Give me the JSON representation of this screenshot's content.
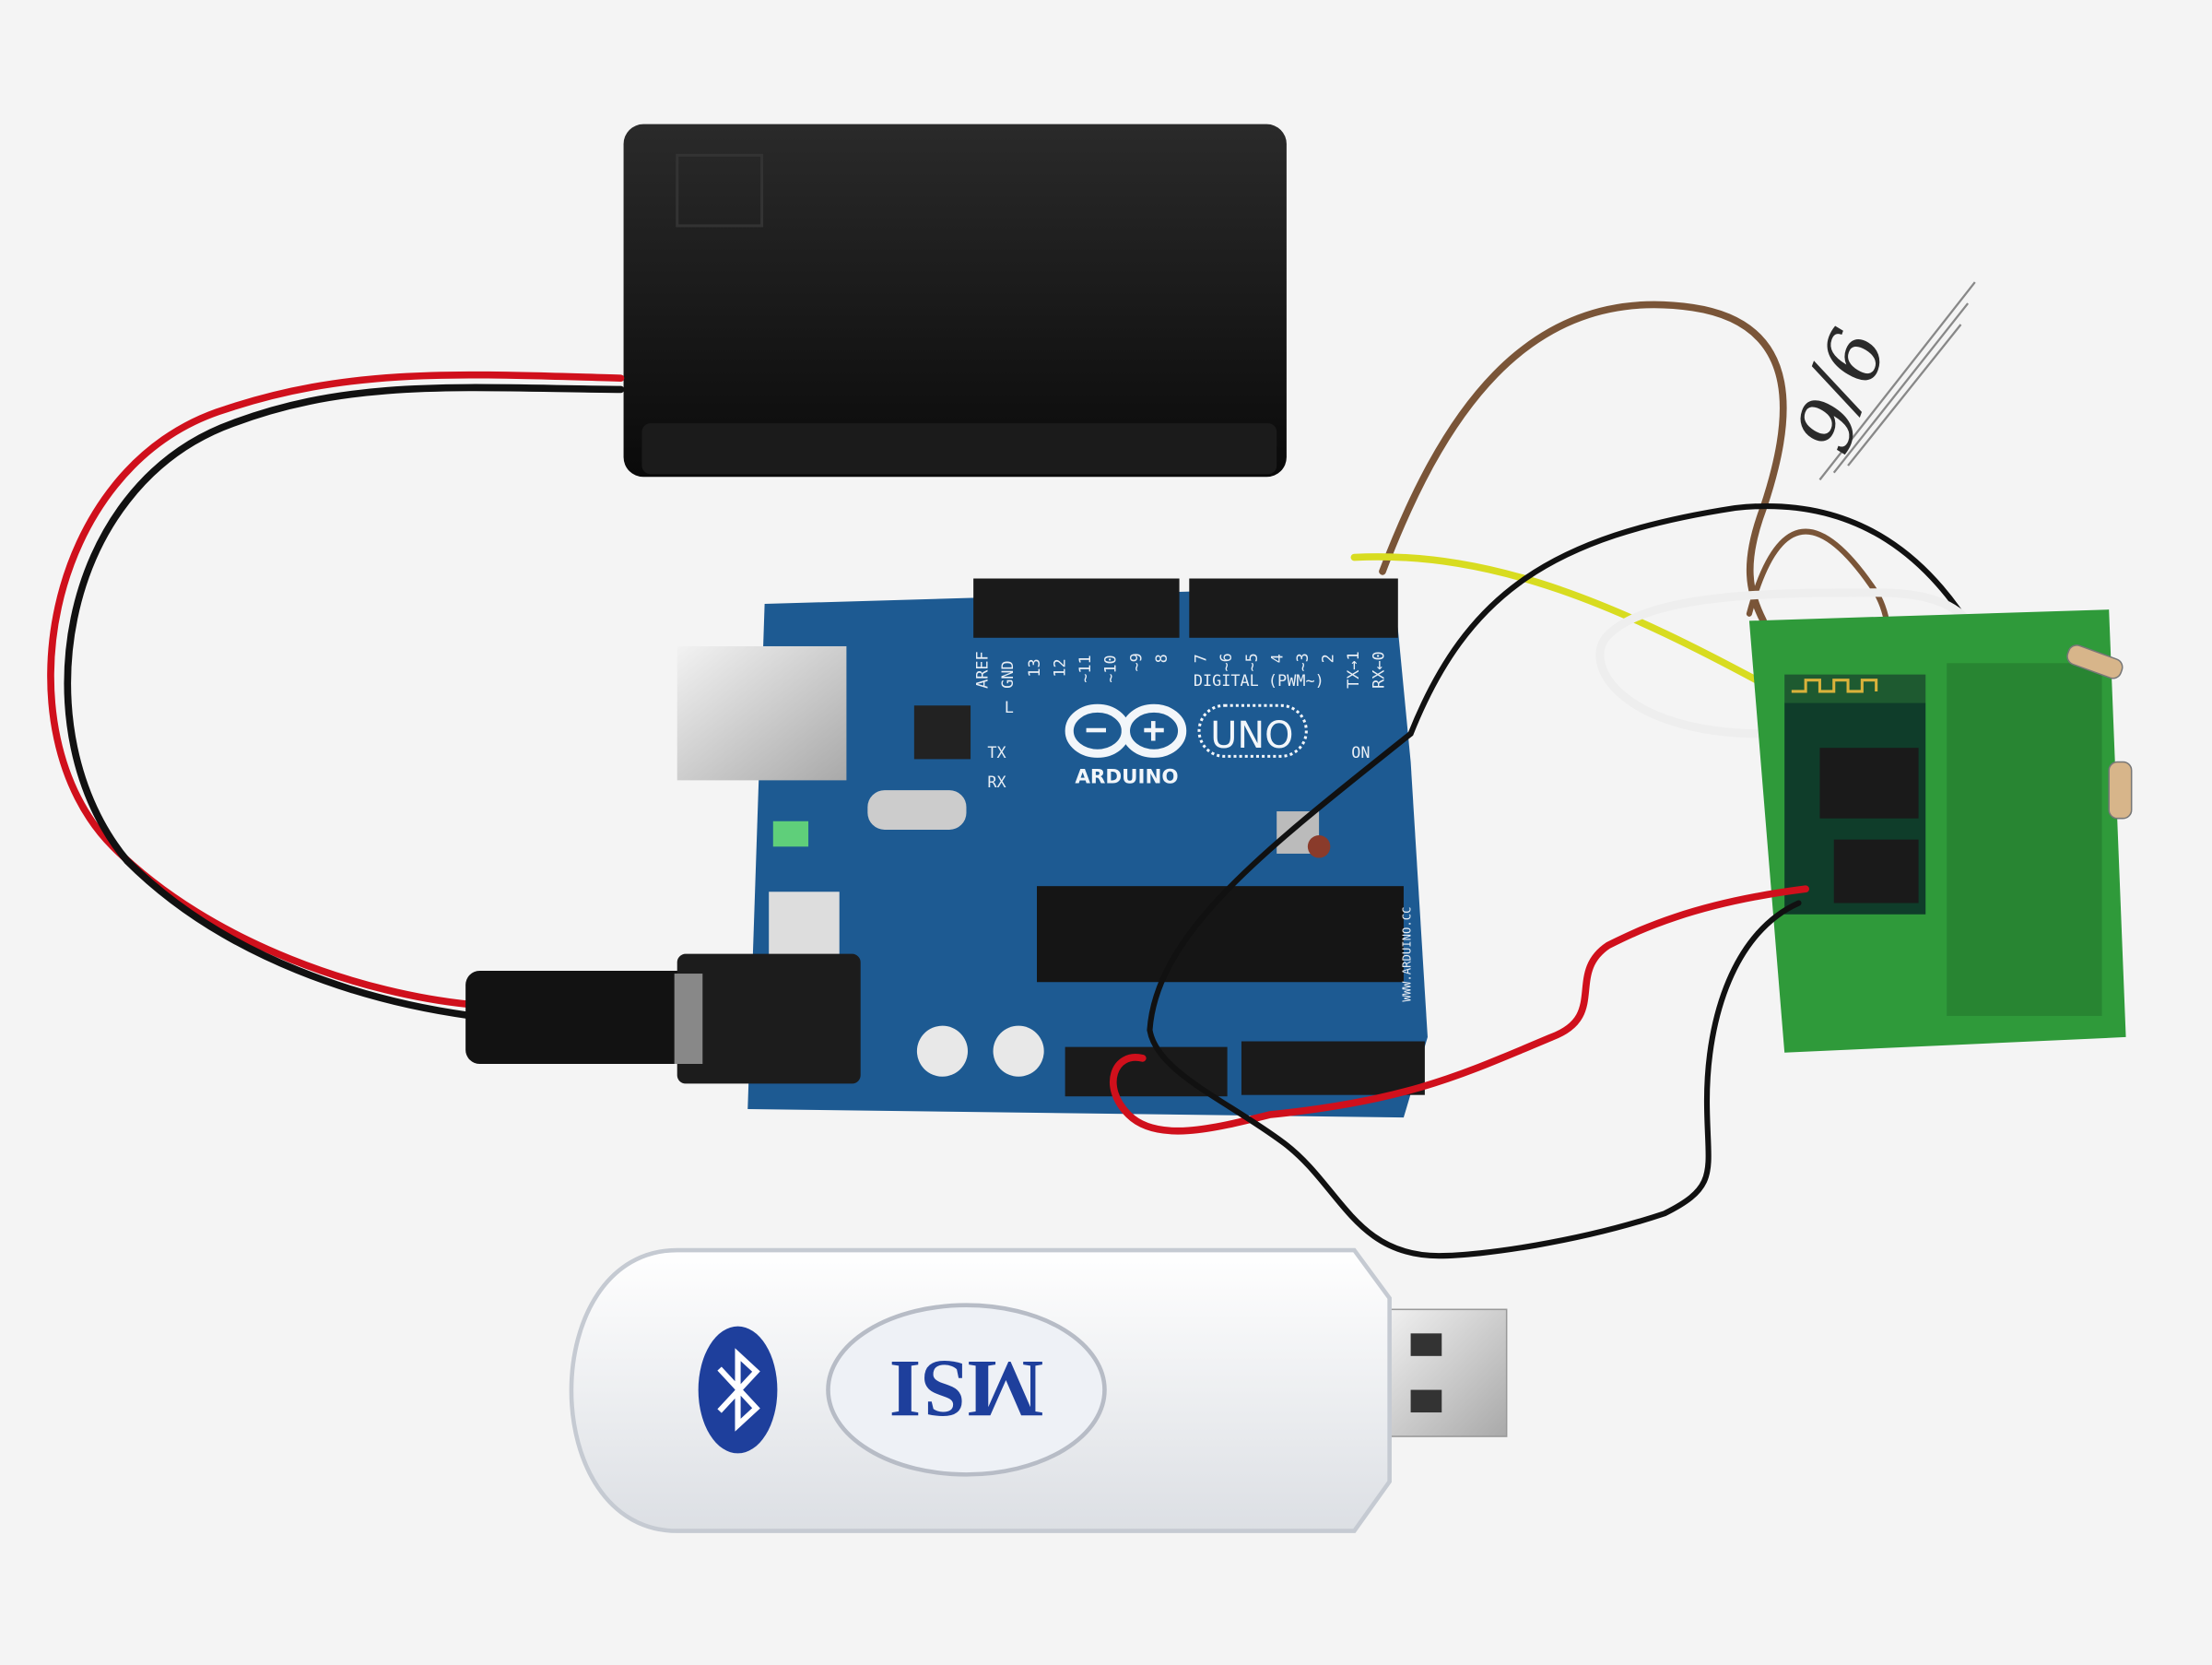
{
  "photo": {
    "board": {
      "logo_text": "ARDUINO",
      "model": "UNO",
      "header_label": "DIGITAL (PWM~)",
      "pins": [
        "AREF",
        "GND",
        "13",
        "12",
        "~11",
        "~10",
        "~9",
        "8",
        "7",
        "~6",
        "~5",
        "4",
        "~3",
        "2",
        "TX→1",
        "RX←0"
      ],
      "led_labels": [
        "L",
        "TX",
        "RX",
        "ON"
      ],
      "website": "WWW.ARDUINO.CC",
      "color": "#1d5a92"
    },
    "dongle": {
      "brand": "MSI",
      "icon": "bluetooth-icon",
      "brand_color": "#1e3f9c"
    },
    "handwriting": "9/6",
    "colors": {
      "background": "#f4f4f4",
      "battery_box": "#141414",
      "breadboard": "#2f9a3a",
      "wire_red": "#d0101c",
      "wire_black": "#111111",
      "wire_yellow": "#d8dc20",
      "wire_brown": "#7a5538",
      "wire_white": "#eeeeee"
    }
  }
}
